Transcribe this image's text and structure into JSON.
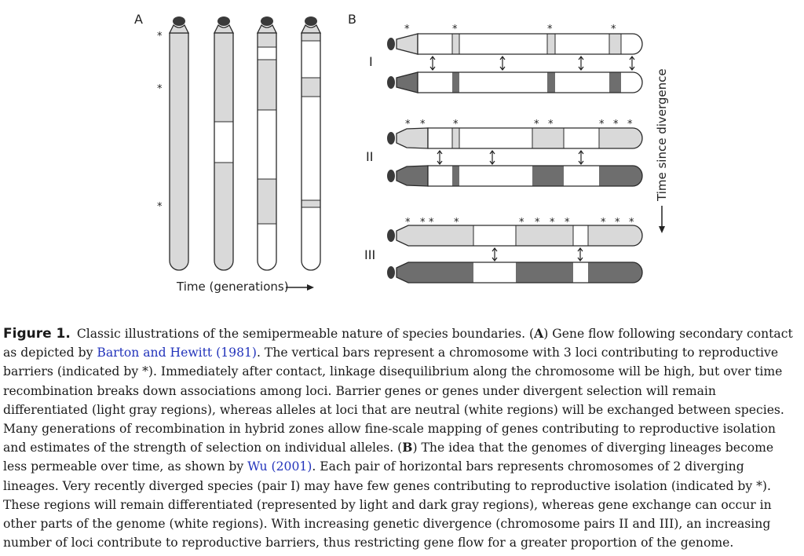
{
  "panel_a": {
    "label": "A",
    "time_axis_label": "Time (generations)",
    "star": "*"
  },
  "panel_b": {
    "label": "B",
    "pair_labels": [
      "I",
      "II",
      "III"
    ],
    "time_axis_label": "Time since divergence",
    "star": "*"
  },
  "colors": {
    "light_gray": "#d9d9d9",
    "dark_gray": "#6e6e6e",
    "outline": "#2a2a2a",
    "white": "#ffffff",
    "link": "#2233bb"
  },
  "caption": {
    "figure_label": "Figure 1.",
    "p1": "Classic illustrations of the semipermeable nature of species boundaries. (",
    "a_letter": "A",
    "p2": ") Gene flow following secondary contact as depicted by ",
    "cite1": "Barton and Hewitt (1981)",
    "p3": ". The vertical bars represent a chromosome with 3 loci contributing to reproductive barriers (indicated by *). Immediately after contact, linkage disequilibrium along the chromosome will be high, but over time recombination breaks down associations among loci. Barrier genes or genes under divergent selection will remain differentiated (light gray regions), whereas alleles at loci that are neutral (white regions) will be exchanged between species. Many generations of recombination in hybrid zones allow fine-scale mapping of genes contributing to reproductive isolation and estimates of the strength of selection on individual alleles. (",
    "b_letter": "B",
    "p4": ") The idea that the genomes of diverging lineages become less permeable over time, as shown by ",
    "cite2": "Wu (2001)",
    "p5": ". Each pair of horizontal bars represents chromosomes of 2 diverging lineages. Very recently diverged species (pair I) may have few genes contributing to reproductive isolation (indicated by *). These regions will remain differentiated (represented by light and dark gray regions), whereas gene exchange can occur in other parts of the genome (white regions). With increasing genetic divergence (chromosome pairs II and III), an increasing number of loci contribute to reproductive barriers, thus restricting gene flow for a greater proportion of the genome."
  }
}
